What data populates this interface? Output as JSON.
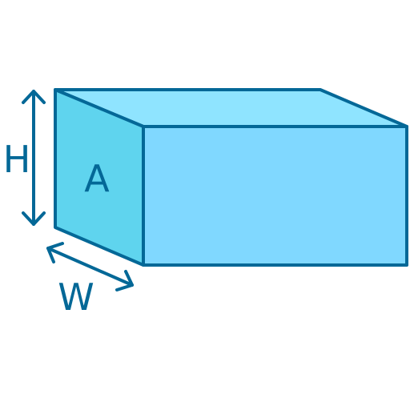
{
  "colors": {
    "stroke": "#046897",
    "top_face": "#8fe4ff",
    "front_face": "#80d8ff",
    "side_face": "#5fd4ee",
    "text": "#046897"
  },
  "labels": {
    "height": "H",
    "width": "W",
    "area": "A"
  }
}
